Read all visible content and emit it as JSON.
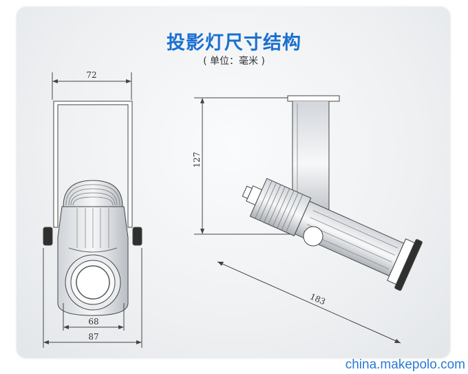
{
  "title": "投影灯尺寸结构",
  "unit_note": "( 单位：毫米 )",
  "dimensions": {
    "top_width": "72",
    "bottom_inner": "68",
    "bottom_outer": "87",
    "height": "127",
    "length": "183"
  },
  "watermark": "china.makepolo.com",
  "colors": {
    "title": "#1a6fd0",
    "line": "#444444",
    "watermark": "#2b78d6"
  }
}
